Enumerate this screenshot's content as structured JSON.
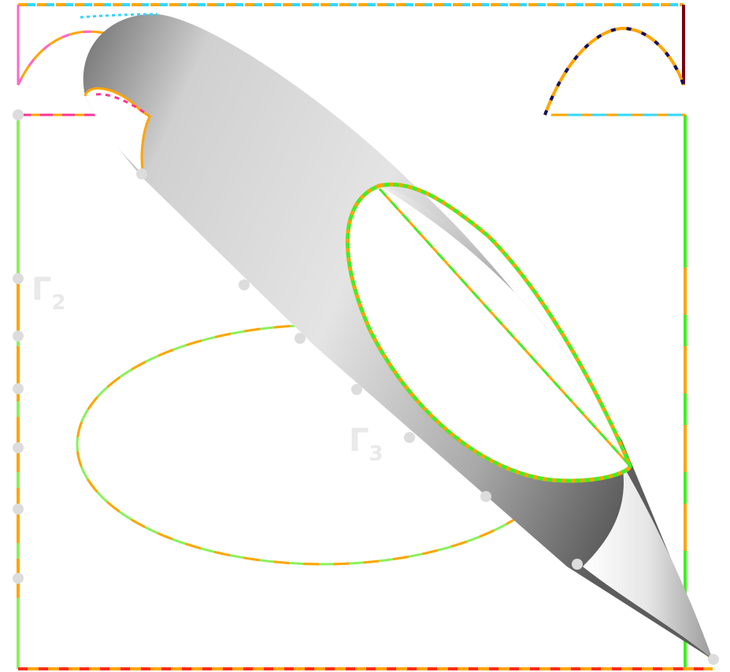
{
  "labels": {
    "gamma2": {
      "main": "Γ",
      "sub": "2"
    },
    "gamma3": {
      "main": "Γ",
      "sub": "3"
    }
  },
  "colors": {
    "orange": "#ffa500",
    "green": "#44ee22",
    "light_green": "#8cf05a",
    "cyan": "#33d6ff",
    "magenta": "#ff3399",
    "pink": "#ff66cc",
    "red": "#ff2a1a",
    "dark_red": "#7a0010",
    "navy": "#101060",
    "node": "#dcdcdc",
    "surface_dark": "#7a7a7a",
    "surface_light": "#f4f4f4"
  }
}
